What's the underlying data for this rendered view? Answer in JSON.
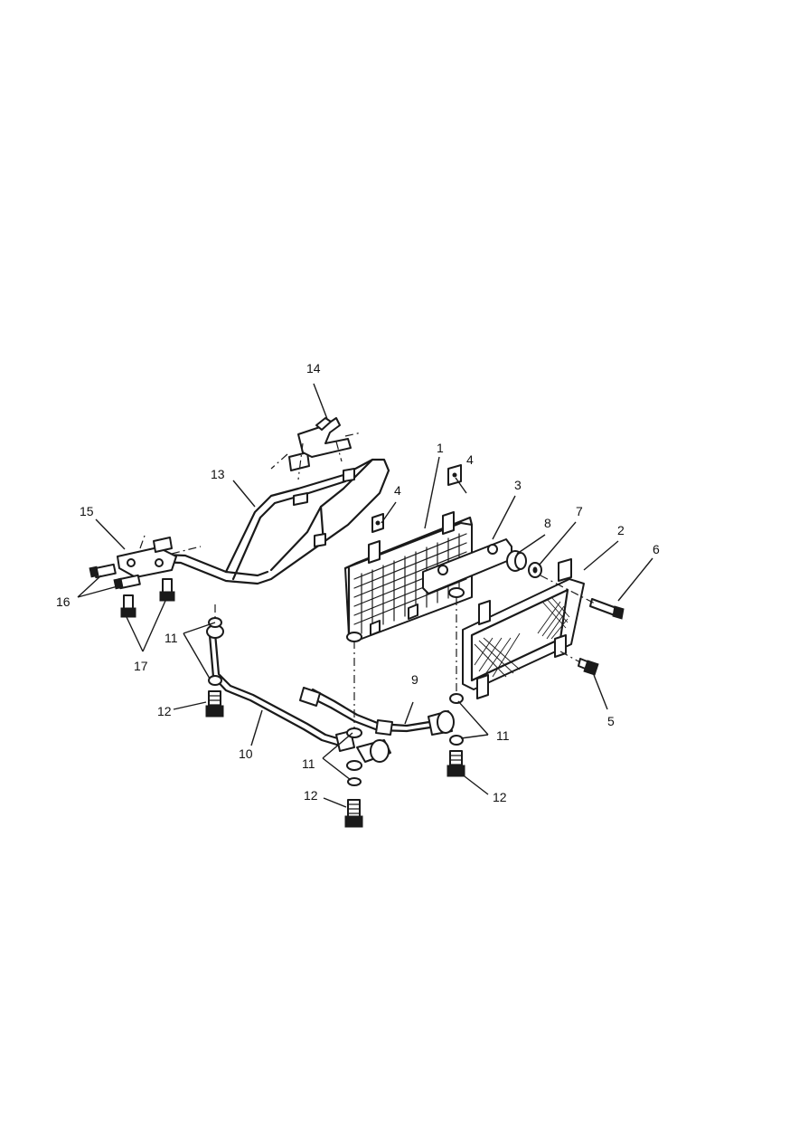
{
  "callouts": {
    "c1": "1",
    "c2": "2",
    "c3": "3",
    "c4a": "4",
    "c4b": "4",
    "c5": "5",
    "c6": "6",
    "c7": "7",
    "c8": "8",
    "c9": "9",
    "c10": "10",
    "c11a": "11",
    "c11b": "11",
    "c11c": "11",
    "c12a": "12",
    "c12b": "12",
    "c12c": "12",
    "c13": "13",
    "c14": "14",
    "c15": "15",
    "c16": "16",
    "c17": "17"
  }
}
